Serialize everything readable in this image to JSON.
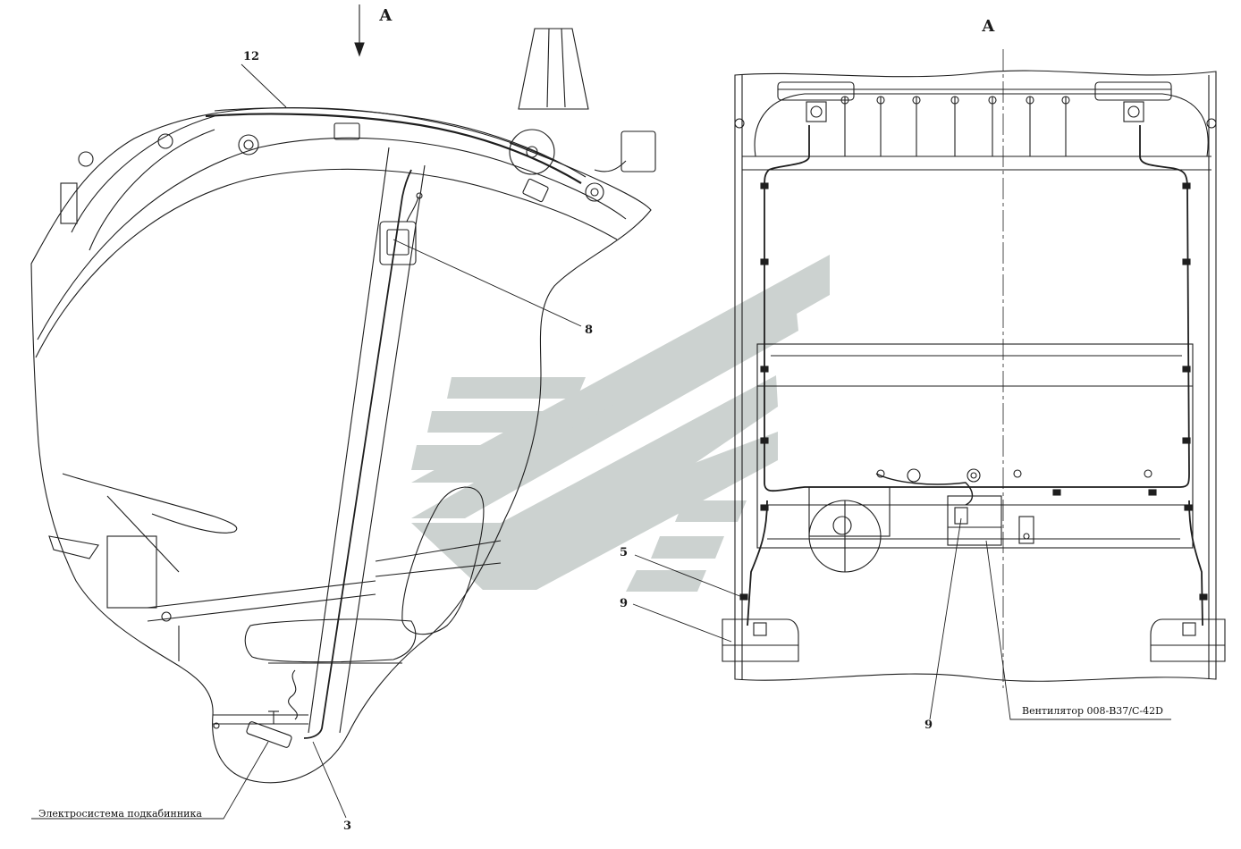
{
  "view_marker_left": "А",
  "view_marker_right": "А",
  "callouts": {
    "c12": "12",
    "c8": "8",
    "c5": "5",
    "c9_left": "9",
    "c9_bottom": "9",
    "c3": "3"
  },
  "captions": {
    "fan": "Вентилятор 008-B37/C-42D",
    "subcab": "Электросистема подкабинника"
  },
  "colors": {
    "line": "#1e1e1e",
    "watermark": "#c4cbc8"
  }
}
